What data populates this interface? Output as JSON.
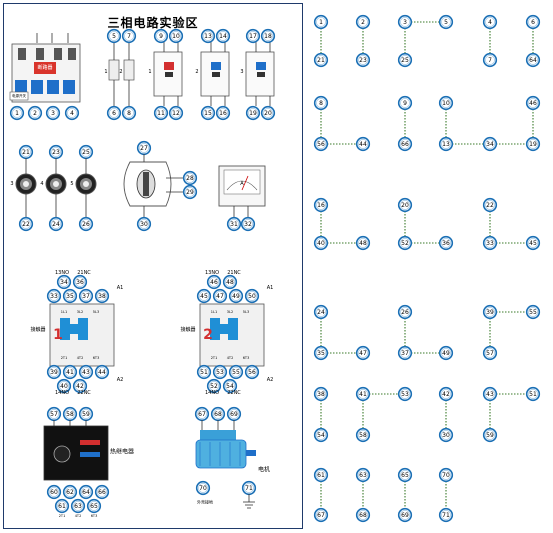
{
  "panel": {
    "title": "三相电路实验区",
    "breaker_label": "断路器",
    "power_switch_label": "电源开关",
    "contactor_label": "接触器",
    "contactor_labels": [
      "1",
      "2"
    ],
    "contactor_top_labels": [
      "13NO",
      "21NC"
    ],
    "contactor_bottom_labels": [
      "14NO",
      "22NC"
    ],
    "coil_labels": [
      "A1",
      "A2"
    ],
    "thermal_relay_label": "热继电器",
    "motor_label": "电机",
    "ground_label": "外壳接地",
    "meter_label": "A",
    "fuse_labels": [
      "1",
      "2"
    ],
    "lamp_labels": [
      "1",
      "2",
      "3"
    ],
    "thermal_bottom_labels": [
      "2T1",
      "4T2",
      "6T3"
    ],
    "contact_labels": [
      "1L1",
      "3L2",
      "5L3",
      "2T1",
      "4T2",
      "6T3"
    ]
  },
  "terminals": {
    "breaker": [
      "1",
      "2",
      "3",
      "4"
    ],
    "fuses": [
      "5",
      "6",
      "7",
      "8"
    ],
    "lamp_switches": [
      "9",
      "10",
      "11",
      "12",
      "13",
      "14",
      "15",
      "16",
      "17",
      "18",
      "19",
      "20"
    ],
    "indicators": [
      "21",
      "22",
      "23",
      "24",
      "25",
      "26"
    ],
    "rotary": [
      "27",
      "28",
      "29",
      "30"
    ],
    "ammeter": [
      "31",
      "32"
    ],
    "contactor1": [
      "34",
      "36",
      "33",
      "35",
      "37",
      "38",
      "39",
      "41",
      "43",
      "44",
      "40",
      "42"
    ],
    "contactor2": [
      "46",
      "48",
      "45",
      "47",
      "49",
      "50",
      "51",
      "53",
      "55",
      "56",
      "52",
      "54"
    ],
    "thermal_relay": [
      "57",
      "58",
      "59",
      "60",
      "62",
      "64",
      "66",
      "61",
      "63",
      "65"
    ],
    "motor": [
      "67",
      "68",
      "69",
      "70",
      "71"
    ]
  },
  "wiring": {
    "nodes": [
      {
        "id": "1",
        "label": "1"
      },
      {
        "id": "21",
        "label": "21"
      },
      {
        "id": "2",
        "label": "2"
      },
      {
        "id": "23",
        "label": "23"
      },
      {
        "id": "3",
        "label": "3"
      },
      {
        "id": "5",
        "label": "5"
      },
      {
        "id": "25",
        "label": "25"
      },
      {
        "id": "4",
        "label": "4"
      },
      {
        "id": "7",
        "label": "7"
      },
      {
        "id": "6",
        "label": "6"
      },
      {
        "id": "64",
        "label": "64"
      },
      {
        "id": "8",
        "label": "8"
      },
      {
        "id": "56",
        "label": "56"
      },
      {
        "id": "44",
        "label": "44"
      },
      {
        "id": "9",
        "label": "9"
      },
      {
        "id": "66",
        "label": "66"
      },
      {
        "id": "10",
        "label": "10"
      },
      {
        "id": "13",
        "label": "13"
      },
      {
        "id": "34",
        "label": "34"
      },
      {
        "id": "19",
        "label": "19"
      },
      {
        "id": "46",
        "label": "46"
      },
      {
        "id": "16",
        "label": "16"
      },
      {
        "id": "40",
        "label": "40"
      },
      {
        "id": "48",
        "label": "48"
      },
      {
        "id": "20",
        "label": "20"
      },
      {
        "id": "52",
        "label": "52"
      },
      {
        "id": "36",
        "label": "36"
      },
      {
        "id": "22",
        "label": "22"
      },
      {
        "id": "33",
        "label": "33"
      },
      {
        "id": "45",
        "label": "45"
      },
      {
        "id": "24",
        "label": "24"
      },
      {
        "id": "35",
        "label": "35"
      },
      {
        "id": "47",
        "label": "47"
      },
      {
        "id": "26",
        "label": "26"
      },
      {
        "id": "37",
        "label": "37"
      },
      {
        "id": "49",
        "label": "49"
      },
      {
        "id": "39",
        "label": "39"
      },
      {
        "id": "55",
        "label": "55"
      },
      {
        "id": "57",
        "label": "57"
      },
      {
        "id": "38",
        "label": "38"
      },
      {
        "id": "54",
        "label": "54"
      },
      {
        "id": "41",
        "label": "41"
      },
      {
        "id": "53",
        "label": "53"
      },
      {
        "id": "58",
        "label": "58"
      },
      {
        "id": "42",
        "label": "42"
      },
      {
        "id": "30",
        "label": "30"
      },
      {
        "id": "43",
        "label": "43"
      },
      {
        "id": "51",
        "label": "51"
      },
      {
        "id": "59",
        "label": "59"
      },
      {
        "id": "61",
        "label": "61"
      },
      {
        "id": "67",
        "label": "67"
      },
      {
        "id": "63",
        "label": "63"
      },
      {
        "id": "68",
        "label": "68"
      },
      {
        "id": "65",
        "label": "65"
      },
      {
        "id": "69",
        "label": "69"
      },
      {
        "id": "70",
        "label": "70"
      },
      {
        "id": "71",
        "label": "71"
      }
    ],
    "connections": [
      [
        "1",
        "21"
      ],
      [
        "2",
        "23"
      ],
      [
        "3",
        "5"
      ],
      [
        "3",
        "25"
      ],
      [
        "4",
        "7"
      ],
      [
        "6",
        "64"
      ],
      [
        "8",
        "56"
      ],
      [
        "56",
        "44"
      ],
      [
        "9",
        "66"
      ],
      [
        "10",
        "13"
      ],
      [
        "13",
        "34"
      ],
      [
        "34",
        "19"
      ],
      [
        "46",
        "19"
      ],
      [
        "16",
        "40"
      ],
      [
        "40",
        "48"
      ],
      [
        "20",
        "52"
      ],
      [
        "52",
        "36"
      ],
      [
        "22",
        "33"
      ],
      [
        "33",
        "45"
      ],
      [
        "24",
        "35"
      ],
      [
        "35",
        "47"
      ],
      [
        "26",
        "37"
      ],
      [
        "37",
        "49"
      ],
      [
        "39",
        "55"
      ],
      [
        "39",
        "57"
      ],
      [
        "38",
        "54"
      ],
      [
        "41",
        "53"
      ],
      [
        "41",
        "58"
      ],
      [
        "42",
        "30"
      ],
      [
        "43",
        "51"
      ],
      [
        "43",
        "59"
      ],
      [
        "61",
        "67"
      ],
      [
        "63",
        "68"
      ],
      [
        "65",
        "69"
      ],
      [
        "70",
        "71"
      ]
    ]
  }
}
